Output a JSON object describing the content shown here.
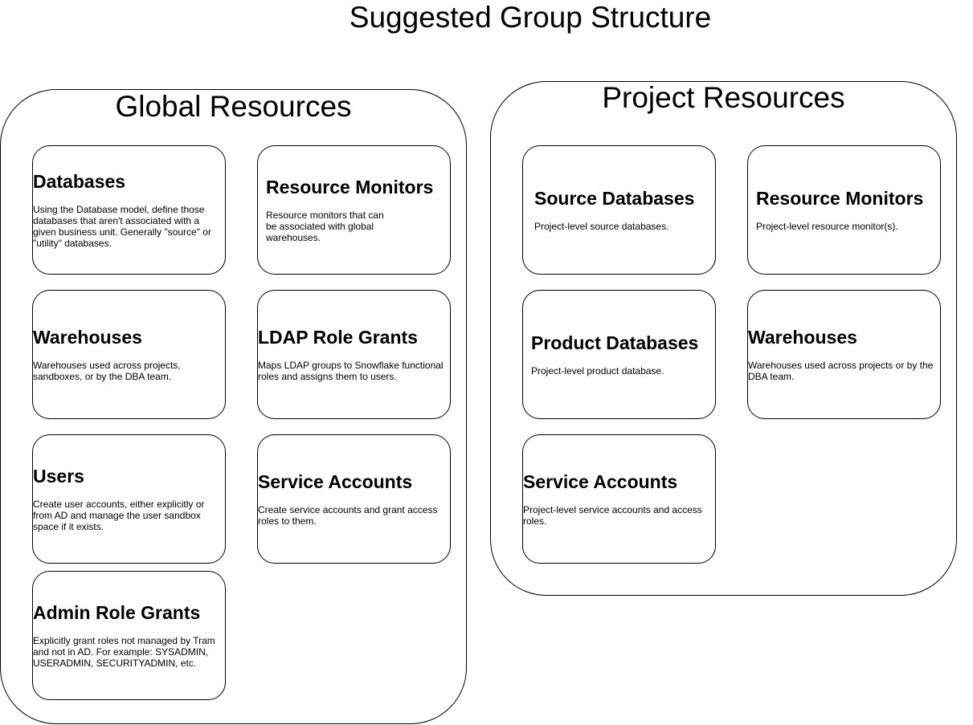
{
  "title": "Suggested Group Structure",
  "global": {
    "title": "Global Resources",
    "cards": {
      "databases": {
        "heading": "Databases",
        "desc": "Using the Database model, define those databases that aren't associated with a given business unit. Generally \"source\" or \"utility\" databases."
      },
      "resource_monitors": {
        "heading": "Resource Monitors",
        "desc": "Resource monitors that can be associated with global warehouses."
      },
      "warehouses": {
        "heading": "Warehouses",
        "desc": "Warehouses used across projects, sandboxes, or by the DBA team."
      },
      "ldap_role_grants": {
        "heading": "LDAP Role Grants",
        "desc": "Maps LDAP groups to Snowflake functional roles and assigns them to users."
      },
      "users": {
        "heading": "Users",
        "desc": "Create user accounts, either explicitly or from AD and manage the user sandbox space if it exists."
      },
      "service_accounts": {
        "heading": "Service Accounts",
        "desc": "Create service accounts and grant access roles to them."
      },
      "admin_role_grants": {
        "heading": "Admin Role Grants",
        "desc": "Explicitly grant roles not managed by Tram and not in AD. For example: SYSADMIN, USERADMIN, SECURITYADMIN, etc."
      }
    }
  },
  "project": {
    "title": "Project Resources",
    "cards": {
      "source_databases": {
        "heading": "Source Databases",
        "desc": "Project-level source databases."
      },
      "resource_monitors": {
        "heading": "Resource Monitors",
        "desc": "Project-level resource monitor(s)."
      },
      "product_databases": {
        "heading": "Product Databases",
        "desc": "Project-level product database."
      },
      "warehouses": {
        "heading": "Warehouses",
        "desc": "Warehouses used across projects or by the DBA team."
      },
      "service_accounts": {
        "heading": "Service Accounts",
        "desc": "Project-level service accounts and access roles."
      }
    }
  }
}
